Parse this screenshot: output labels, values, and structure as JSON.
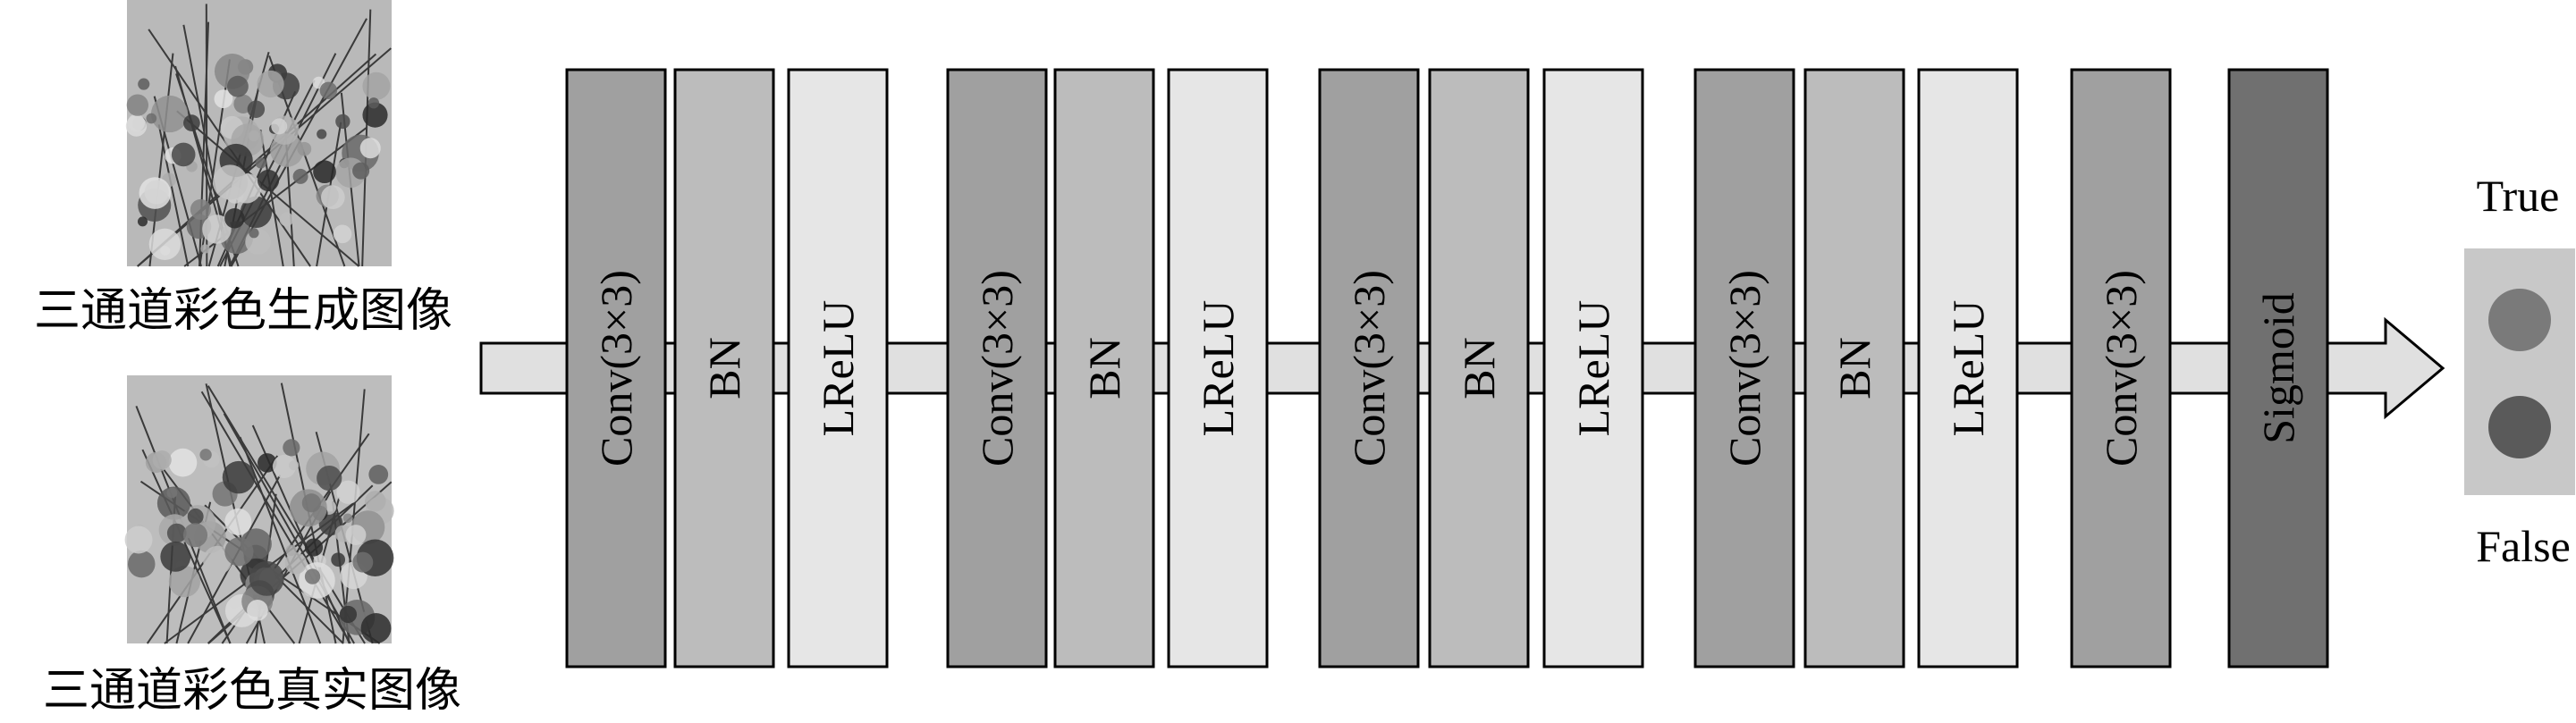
{
  "inputs": {
    "generated_label": "三通道彩色生成图像",
    "real_label": "三通道彩色真实图像"
  },
  "colors": {
    "conv": "#a0a0a0",
    "bn": "#bcbcbc",
    "lrelu": "#e6e6e6",
    "sigmoid": "#707070",
    "arrow_fill": "#e0e0e0",
    "output_box": "#c8c8c8",
    "true_dot": "#7a7a7a",
    "false_dot": "#5a5a5a"
  },
  "layers": [
    {
      "label": "Conv(3×3)",
      "kind": "conv"
    },
    {
      "label": "BN",
      "kind": "bn"
    },
    {
      "label": "LReLU",
      "kind": "lrelu"
    },
    {
      "label": "Conv(3×3)",
      "kind": "conv"
    },
    {
      "label": "BN",
      "kind": "bn"
    },
    {
      "label": "LReLU",
      "kind": "lrelu"
    },
    {
      "label": "Conv(3×3)",
      "kind": "conv"
    },
    {
      "label": "BN",
      "kind": "bn"
    },
    {
      "label": "LReLU",
      "kind": "lrelu"
    },
    {
      "label": "Conv(3×3)",
      "kind": "conv"
    },
    {
      "label": "BN",
      "kind": "bn"
    },
    {
      "label": "LReLU",
      "kind": "lrelu"
    },
    {
      "label": "Conv(3×3)",
      "kind": "conv"
    },
    {
      "label": "Sigmoid",
      "kind": "sigmoid"
    }
  ],
  "output": {
    "true_label": "True",
    "false_label": "False"
  }
}
